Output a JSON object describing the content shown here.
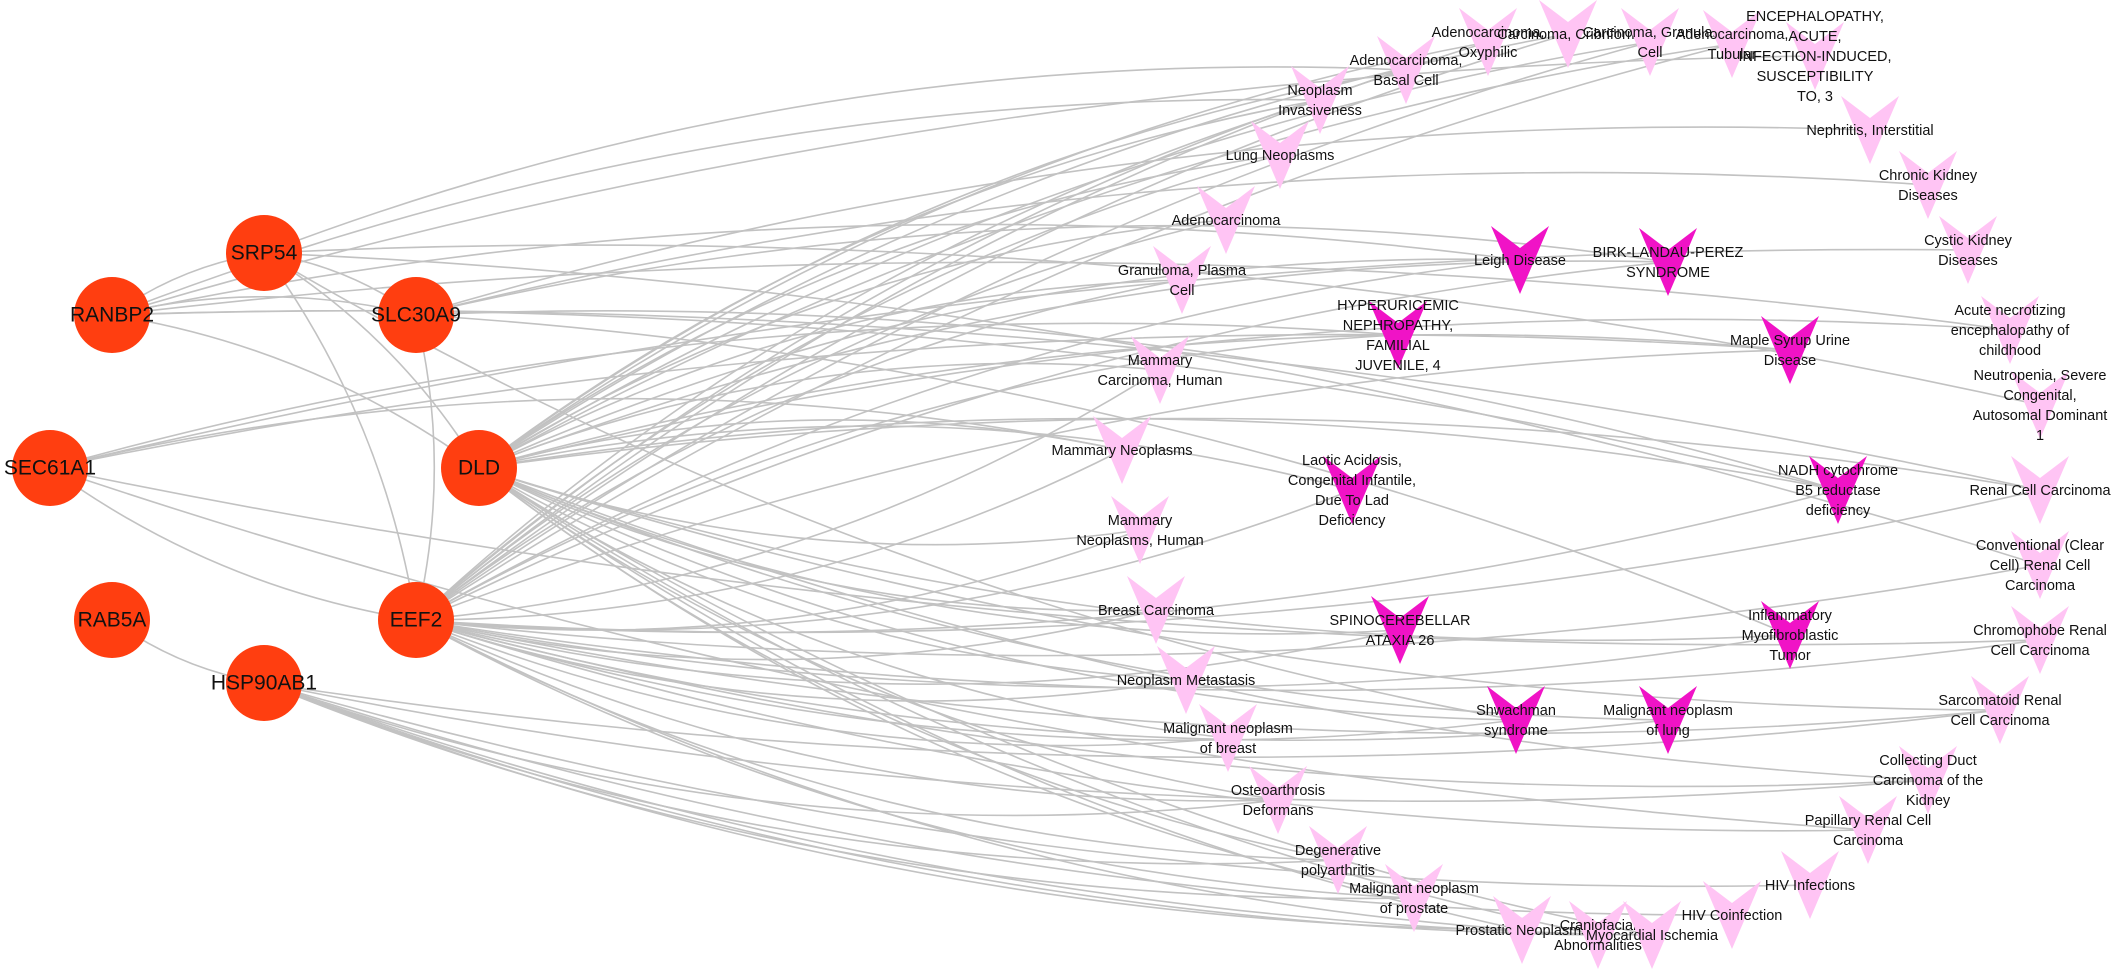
{
  "colors": {
    "gene": "#ff3e10",
    "disease_light": "#ffc4f4",
    "disease_dark": "#f013c6",
    "edge": "#c2c2c2"
  },
  "genes": [
    {
      "id": "RANBP2",
      "label": "RANBP2"
    },
    {
      "id": "SRP54",
      "label": "SRP54"
    },
    {
      "id": "SLC30A9",
      "label": "SLC30A9"
    },
    {
      "id": "SEC61A1",
      "label": "SEC61A1"
    },
    {
      "id": "DLD",
      "label": "DLD"
    },
    {
      "id": "RAB5A",
      "label": "RAB5A"
    },
    {
      "id": "EEF2",
      "label": "EEF2"
    },
    {
      "id": "HSP90AB1",
      "label": "HSP90AB1"
    }
  ],
  "diseases": [
    {
      "id": "d1",
      "lines": [
        "Adenocarcinoma,",
        "Oxyphilic"
      ],
      "hl": false
    },
    {
      "id": "d2",
      "lines": [
        "Carcinoma, Cribriform"
      ],
      "hl": false
    },
    {
      "id": "d3",
      "lines": [
        "Carcinoma, Granular",
        "Cell"
      ],
      "hl": false
    },
    {
      "id": "d4",
      "lines": [
        "Adenocarcinoma,",
        "Tubular"
      ],
      "hl": false
    },
    {
      "id": "d5",
      "lines": [
        "ENCEPHALOPATHY,",
        "ACUTE,",
        "INFECTION-INDUCED,",
        "SUSCEPTIBILITY",
        "TO, 3"
      ],
      "hl": false
    },
    {
      "id": "d6",
      "lines": [
        "Adenocarcinoma,",
        "Basal Cell"
      ],
      "hl": false
    },
    {
      "id": "d7",
      "lines": [
        "Neoplasm",
        "Invasiveness"
      ],
      "hl": false
    },
    {
      "id": "d8",
      "lines": [
        "Nephritis, Interstitial"
      ],
      "hl": false
    },
    {
      "id": "d9",
      "lines": [
        "Lung Neoplasms"
      ],
      "hl": false
    },
    {
      "id": "d10",
      "lines": [
        "Chronic Kidney",
        "Diseases"
      ],
      "hl": false
    },
    {
      "id": "d11",
      "lines": [
        "Adenocarcinoma"
      ],
      "hl": false
    },
    {
      "id": "d12",
      "lines": [
        "Leigh Disease"
      ],
      "hl": true
    },
    {
      "id": "d13",
      "lines": [
        "BIRK-LANDAU-PEREZ",
        "SYNDROME"
      ],
      "hl": true
    },
    {
      "id": "d14",
      "lines": [
        "Cystic Kidney",
        "Diseases"
      ],
      "hl": false
    },
    {
      "id": "d15",
      "lines": [
        "Granuloma, Plasma",
        "Cell"
      ],
      "hl": false
    },
    {
      "id": "d16",
      "lines": [
        "HYPERURICEMIC",
        "NEPHROPATHY,",
        "FAMILIAL",
        "JUVENILE, 4"
      ],
      "hl": true
    },
    {
      "id": "d17",
      "lines": [
        "Acute necrotizing",
        "encephalopathy of",
        "childhood"
      ],
      "hl": false
    },
    {
      "id": "d18",
      "lines": [
        "Maple Syrup Urine",
        "Disease"
      ],
      "hl": true
    },
    {
      "id": "d19",
      "lines": [
        "Mammary",
        "Carcinoma, Human"
      ],
      "hl": false
    },
    {
      "id": "d20",
      "lines": [
        "Neutropenia, Severe",
        "Congenital,",
        "Autosomal Dominant",
        "1"
      ],
      "hl": false
    },
    {
      "id": "d21",
      "lines": [
        "Mammary Neoplasms"
      ],
      "hl": false
    },
    {
      "id": "d22",
      "lines": [
        "Laotic Acidosis,",
        "Congenital Infantile,",
        "Due To Lad",
        "Deficiency"
      ],
      "hl": true
    },
    {
      "id": "d23",
      "lines": [
        "NADH cytochrome",
        "B5 reductase",
        "deficiency"
      ],
      "hl": true
    },
    {
      "id": "d24",
      "lines": [
        "Renal Cell Carcinoma"
      ],
      "hl": false
    },
    {
      "id": "d25",
      "lines": [
        "Mammary",
        "Neoplasms, Human"
      ],
      "hl": false
    },
    {
      "id": "d26",
      "lines": [
        "Conventional (Clear",
        "Cell) Renal Cell",
        "Carcinoma"
      ],
      "hl": false
    },
    {
      "id": "d27",
      "lines": [
        "Breast Carcinoma"
      ],
      "hl": false
    },
    {
      "id": "d28",
      "lines": [
        "SPINOCEREBELLAR",
        "ATAXIA 26"
      ],
      "hl": true
    },
    {
      "id": "d29",
      "lines": [
        "Inflammatory",
        "Myofibroblastic",
        "Tumor"
      ],
      "hl": true
    },
    {
      "id": "d30",
      "lines": [
        "Chromophobe Renal",
        "Cell Carcinoma"
      ],
      "hl": false
    },
    {
      "id": "d31",
      "lines": [
        "Neoplasm Metastasis"
      ],
      "hl": false
    },
    {
      "id": "d32",
      "lines": [
        "Sarcomatoid Renal",
        "Cell Carcinoma"
      ],
      "hl": false
    },
    {
      "id": "d33",
      "lines": [
        "Shwachman",
        "syndrome"
      ],
      "hl": true
    },
    {
      "id": "d34",
      "lines": [
        "Malignant neoplasm",
        "of lung"
      ],
      "hl": true
    },
    {
      "id": "d35",
      "lines": [
        "Malignant neoplasm",
        "of breast"
      ],
      "hl": false
    },
    {
      "id": "d36",
      "lines": [
        "Collecting Duct",
        "Carcinoma of the",
        "Kidney"
      ],
      "hl": false
    },
    {
      "id": "d37",
      "lines": [
        "Osteoarthrosis",
        "Deformans"
      ],
      "hl": false
    },
    {
      "id": "d38",
      "lines": [
        "Papillary Renal Cell",
        "Carcinoma"
      ],
      "hl": false
    },
    {
      "id": "d39",
      "lines": [
        "Degenerative",
        "polyarthritis"
      ],
      "hl": false
    },
    {
      "id": "d40",
      "lines": [
        "HIV Infections"
      ],
      "hl": false
    },
    {
      "id": "d41",
      "lines": [
        "Malignant neoplasm",
        "of prostate"
      ],
      "hl": false
    },
    {
      "id": "d42",
      "lines": [
        "HIV Coinfection"
      ],
      "hl": false
    },
    {
      "id": "d43",
      "lines": [
        "Prostatic Neoplasms"
      ],
      "hl": false
    },
    {
      "id": "d44",
      "lines": [
        "Craniofacial",
        "Abnormalities"
      ],
      "hl": false
    },
    {
      "id": "d45",
      "lines": [
        "Myocardial Ischemia"
      ],
      "hl": false
    }
  ],
  "edges": [
    [
      "RANBP2",
      "SRP54"
    ],
    [
      "RANBP2",
      "SLC30A9"
    ],
    [
      "SRP54",
      "SLC30A9"
    ],
    [
      "SRP54",
      "DLD"
    ],
    [
      "SLC30A9",
      "EEF2"
    ],
    [
      "SEC61A1",
      "EEF2"
    ],
    [
      "RAB5A",
      "HSP90AB1"
    ],
    [
      "RANBP2",
      "DLD"
    ],
    [
      "SRP54",
      "EEF2"
    ],
    [
      "RANBP2",
      "d5"
    ],
    [
      "RANBP2",
      "d12"
    ],
    [
      "RANBP2",
      "d24"
    ],
    [
      "RANBP2",
      "d23"
    ],
    [
      "RANBP2",
      "d17"
    ],
    [
      "RANBP2",
      "d7"
    ],
    [
      "SRP54",
      "d20"
    ],
    [
      "SRP54",
      "d6"
    ],
    [
      "SRP54",
      "d26"
    ],
    [
      "SRP54",
      "d33"
    ],
    [
      "SLC30A9",
      "d13"
    ],
    [
      "SLC30A9",
      "d29"
    ],
    [
      "SLC30A9",
      "d10"
    ],
    [
      "SLC30A9",
      "d23"
    ],
    [
      "SLC30A9",
      "d8"
    ],
    [
      "SEC61A1",
      "d16"
    ],
    [
      "SEC61A1",
      "d14"
    ],
    [
      "SEC61A1",
      "d21"
    ],
    [
      "SEC61A1",
      "d38"
    ],
    [
      "SEC61A1",
      "d18"
    ],
    [
      "SEC61A1",
      "d30"
    ],
    [
      "DLD",
      "d12"
    ],
    [
      "DLD",
      "d18"
    ],
    [
      "DLD",
      "d22"
    ],
    [
      "DLD",
      "d23"
    ],
    [
      "DLD",
      "d28"
    ],
    [
      "DLD",
      "d33"
    ],
    [
      "DLD",
      "d34"
    ],
    [
      "DLD",
      "d41"
    ],
    [
      "DLD",
      "d44"
    ],
    [
      "DLD",
      "d45"
    ],
    [
      "DLD",
      "d39"
    ],
    [
      "DLD",
      "d37"
    ],
    [
      "DLD",
      "d35"
    ],
    [
      "DLD",
      "d36"
    ],
    [
      "DLD",
      "d27"
    ],
    [
      "DLD",
      "d31"
    ],
    [
      "DLD",
      "d25"
    ],
    [
      "DLD",
      "d21"
    ],
    [
      "DLD",
      "d19"
    ],
    [
      "DLD",
      "d11"
    ],
    [
      "DLD",
      "d9"
    ],
    [
      "DLD",
      "d1"
    ],
    [
      "DLD",
      "d2"
    ],
    [
      "DLD",
      "d3"
    ],
    [
      "DLD",
      "d4"
    ],
    [
      "DLD",
      "d6"
    ],
    [
      "DLD",
      "d7"
    ],
    [
      "DLD",
      "d15"
    ],
    [
      "DLD",
      "d43"
    ],
    [
      "DLD",
      "d32"
    ],
    [
      "DLD",
      "d24"
    ],
    [
      "DLD",
      "d17"
    ],
    [
      "DLD",
      "d13"
    ],
    [
      "DLD",
      "d29"
    ],
    [
      "EEF2",
      "d1"
    ],
    [
      "EEF2",
      "d2"
    ],
    [
      "EEF2",
      "d3"
    ],
    [
      "EEF2",
      "d4"
    ],
    [
      "EEF2",
      "d6"
    ],
    [
      "EEF2",
      "d7"
    ],
    [
      "EEF2",
      "d9"
    ],
    [
      "EEF2",
      "d11"
    ],
    [
      "EEF2",
      "d15"
    ],
    [
      "EEF2",
      "d19"
    ],
    [
      "EEF2",
      "d21"
    ],
    [
      "EEF2",
      "d25"
    ],
    [
      "EEF2",
      "d27"
    ],
    [
      "EEF2",
      "d31"
    ],
    [
      "EEF2",
      "d35"
    ],
    [
      "EEF2",
      "d37"
    ],
    [
      "EEF2",
      "d39"
    ],
    [
      "EEF2",
      "d41"
    ],
    [
      "EEF2",
      "d43"
    ],
    [
      "EEF2",
      "d33"
    ],
    [
      "EEF2",
      "d34"
    ],
    [
      "EEF2",
      "d28"
    ],
    [
      "EEF2",
      "d22"
    ],
    [
      "EEF2",
      "d16"
    ],
    [
      "EEF2",
      "d23"
    ],
    [
      "EEF2",
      "d29"
    ],
    [
      "EEF2",
      "d12"
    ],
    [
      "EEF2",
      "d13"
    ],
    [
      "EEF2",
      "d18"
    ],
    [
      "EEF2",
      "d32"
    ],
    [
      "EEF2",
      "d36"
    ],
    [
      "EEF2",
      "d38"
    ],
    [
      "EEF2",
      "d24"
    ],
    [
      "EEF2",
      "d26"
    ],
    [
      "EEF2",
      "d30"
    ],
    [
      "HSP90AB1",
      "d40"
    ],
    [
      "HSP90AB1",
      "d42"
    ],
    [
      "HSP90AB1",
      "d45"
    ],
    [
      "HSP90AB1",
      "d44"
    ],
    [
      "HSP90AB1",
      "d43"
    ],
    [
      "HSP90AB1",
      "d41"
    ],
    [
      "HSP90AB1",
      "d39"
    ],
    [
      "HSP90AB1",
      "d37"
    ],
    [
      "HSP90AB1",
      "d36"
    ],
    [
      "HSP90AB1",
      "d32"
    ]
  ]
}
